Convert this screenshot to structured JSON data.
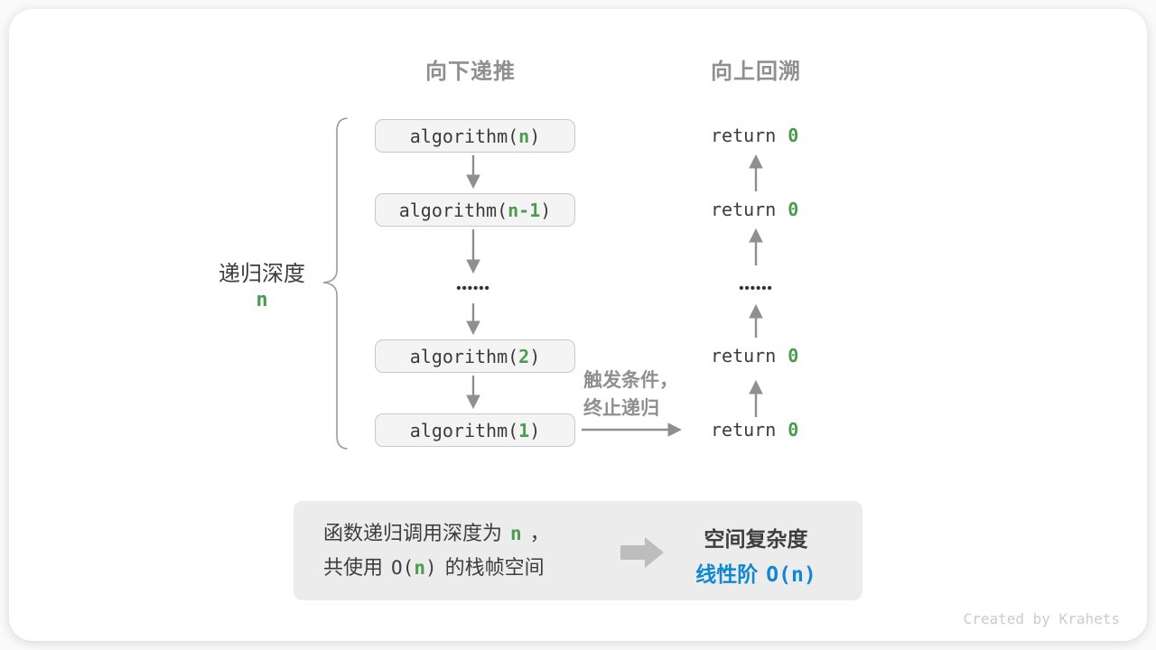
{
  "colors": {
    "accent_green": "#4a9d4f",
    "accent_blue": "#0f87d2",
    "gray_label": "#8f8f8f",
    "dark_text": "#3b3b3b",
    "box_bg": "#f4f4f5",
    "box_border": "#c9c9c9",
    "panel_bg": "#ececec",
    "arrow_gray": "#8f8f8f"
  },
  "headers": {
    "down": "向下递推",
    "up": "向上回溯"
  },
  "depth_label": {
    "title": "递归深度",
    "value": "n"
  },
  "stack": {
    "call_prefix": "algorithm(",
    "call_suffix": ")",
    "calls": [
      "n",
      "n-1",
      "2",
      "1"
    ],
    "dots": "••••••",
    "return_keyword": "return",
    "return_value": "0"
  },
  "terminate_label": {
    "line1": "触发条件，",
    "line2": "终止递归"
  },
  "summary": {
    "line1_pre": "函数递归调用深度为",
    "line1_var": "n",
    "line1_post": "，",
    "line2_pre": "共使用",
    "line2_code_open": "O(",
    "line2_var": "n",
    "line2_code_close": ")",
    "line2_post": "的栈帧空间",
    "result_title": "空间复杂度",
    "result_label": "线性阶",
    "result_code_open": "O(",
    "result_var": "n",
    "result_code_close": ")"
  },
  "watermark": "Created by Krahets"
}
